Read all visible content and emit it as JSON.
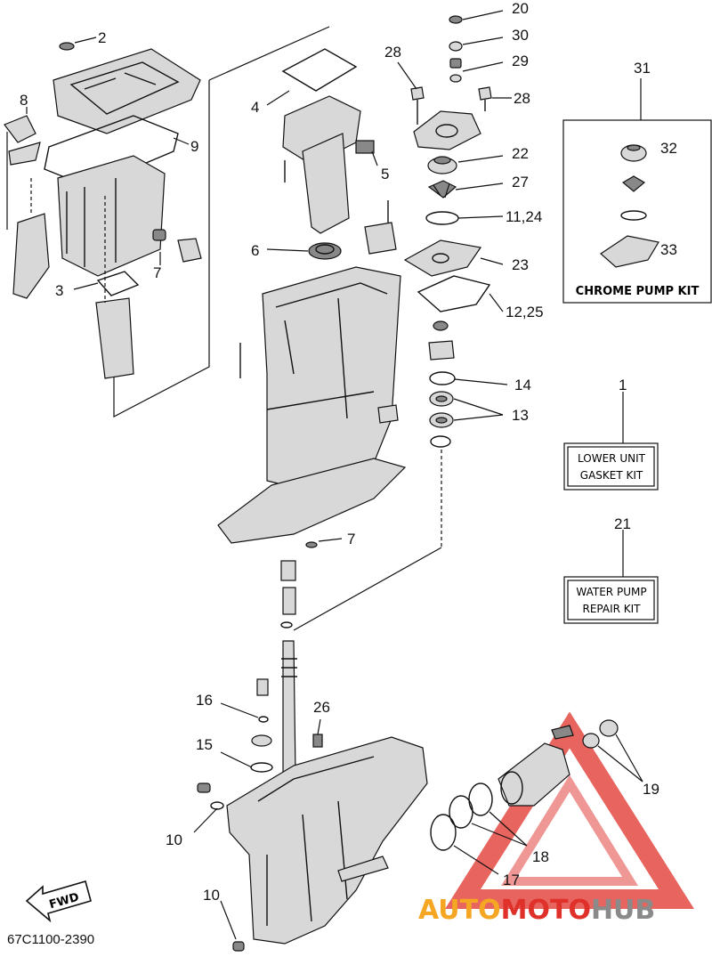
{
  "callouts": {
    "c1": "1",
    "c2": "2",
    "c3": "3",
    "c4": "4",
    "c5": "5",
    "c6": "6",
    "c7a": "7",
    "c7b": "7",
    "c8": "8",
    "c9": "9",
    "c10a": "10",
    "c10b": "10",
    "c11": "11,24",
    "c12": "12,25",
    "c13": "13",
    "c14": "14",
    "c15": "15",
    "c16": "16",
    "c17": "17",
    "c18": "18",
    "c19": "19",
    "c20": "20",
    "c21": "21",
    "c22": "22",
    "c23": "23",
    "c26": "26",
    "c27": "27",
    "c28a": "28",
    "c28b": "28",
    "c29": "29",
    "c30": "30",
    "c31": "31",
    "c32": "32",
    "c33": "33"
  },
  "kits": {
    "chrome_pump": "CHROME PUMP KIT",
    "lower_unit_line1": "LOWER UNIT",
    "lower_unit_line2": "GASKET KIT",
    "water_pump_line1": "WATER PUMP",
    "water_pump_line2": "REPAIR KIT"
  },
  "fwd_label": "FWD",
  "diagram_code": "67C1100-2390",
  "watermark": {
    "part1": "AUTO",
    "part2": "MOTO",
    "part3": "HUB",
    "color_orange": "#f5a623",
    "color_red": "#e0302a",
    "color_gray": "#8a8a8a"
  }
}
